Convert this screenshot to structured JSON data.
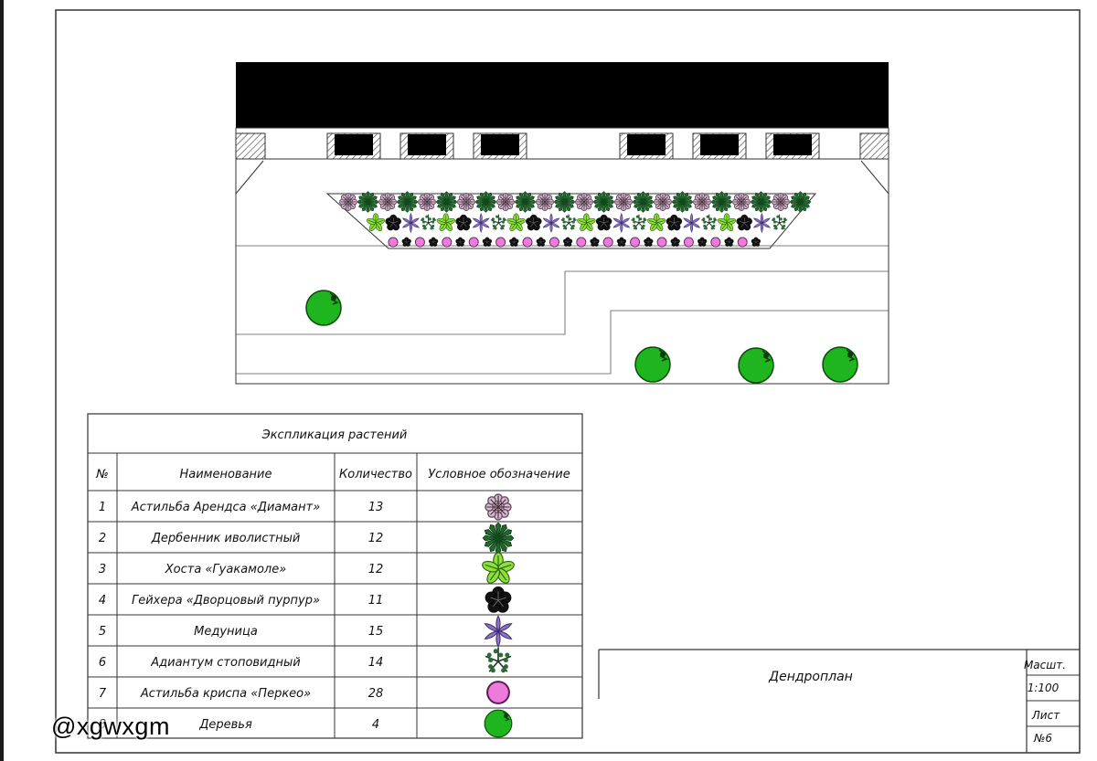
{
  "legend": {
    "title": "Экспликация растений",
    "headers": {
      "num": "№",
      "name": "Наименование",
      "qty": "Количество",
      "symbol": "Условное обозначение"
    },
    "rows": [
      {
        "num": "1",
        "name": "Астильба Арендса «Диамант»",
        "qty": "13",
        "symbol": "astilbe-diamant-icon"
      },
      {
        "num": "2",
        "name": "Дербенник иволистный",
        "qty": "12",
        "symbol": "lythrum-icon"
      },
      {
        "num": "3",
        "name": "Хоста «Гуакамоле»",
        "qty": "12",
        "symbol": "hosta-icon"
      },
      {
        "num": "4",
        "name": "Гейхера «Дворцовый пурпур»",
        "qty": "11",
        "symbol": "heuchera-icon"
      },
      {
        "num": "5",
        "name": "Медуница",
        "qty": "15",
        "symbol": "pulmonaria-icon"
      },
      {
        "num": "6",
        "name": "Адиантум стоповидный",
        "qty": "14",
        "symbol": "adiantum-icon"
      },
      {
        "num": "7",
        "name": "Астильба криспа «Перкео»",
        "qty": "28",
        "symbol": "astilbe-perkeo-icon"
      },
      {
        "num": "8",
        "name": "Деревья",
        "qty": "4",
        "symbol": "tree-icon"
      }
    ]
  },
  "title_block": {
    "drawing_title": "Дендроплан",
    "scale_label": "Масшт.",
    "scale_value": "1:100",
    "sheet_label": "Лист",
    "sheet_value": "№6"
  },
  "watermark": "@xgwxgm",
  "colors": {
    "astilbe_diamant": "#b58aa6",
    "lythrum": "#1f6b2c",
    "hosta": "#7ed33a",
    "heuchera": "#111111",
    "pulmonaria": "#7a63b5",
    "adiantum": "#264f2f",
    "astilbe_perkeo": "#e76ad3",
    "tree": "#1db51d"
  }
}
